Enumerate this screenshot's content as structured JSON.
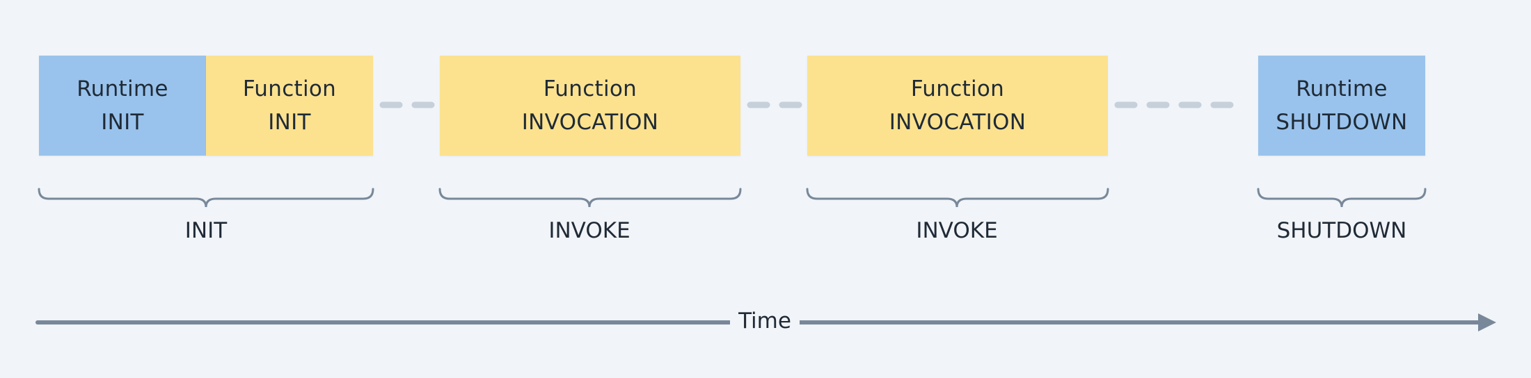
{
  "colors": {
    "background": "#f1f4f8",
    "runtime_block": "#99c3ec",
    "function_block": "#fce28f",
    "connector": "#c5d0da",
    "brace": "#78889a",
    "text": "#1f2a36"
  },
  "boxes": [
    {
      "kind": "runtime",
      "line1": "Runtime",
      "line2": "INIT"
    },
    {
      "kind": "function",
      "line1": "Function",
      "line2": "INIT"
    },
    {
      "kind": "function",
      "line1": "Function",
      "line2": "INVOCATION"
    },
    {
      "kind": "function",
      "line1": "Function",
      "line2": "INVOCATION"
    },
    {
      "kind": "runtime",
      "line1": "Runtime",
      "line2": "SHUTDOWN"
    }
  ],
  "phases": [
    {
      "label": "INIT"
    },
    {
      "label": "INVOKE"
    },
    {
      "label": "INVOKE"
    },
    {
      "label": "SHUTDOWN"
    }
  ],
  "timeline": {
    "label": "Time",
    "arrow_icon": "arrow-right-icon"
  }
}
